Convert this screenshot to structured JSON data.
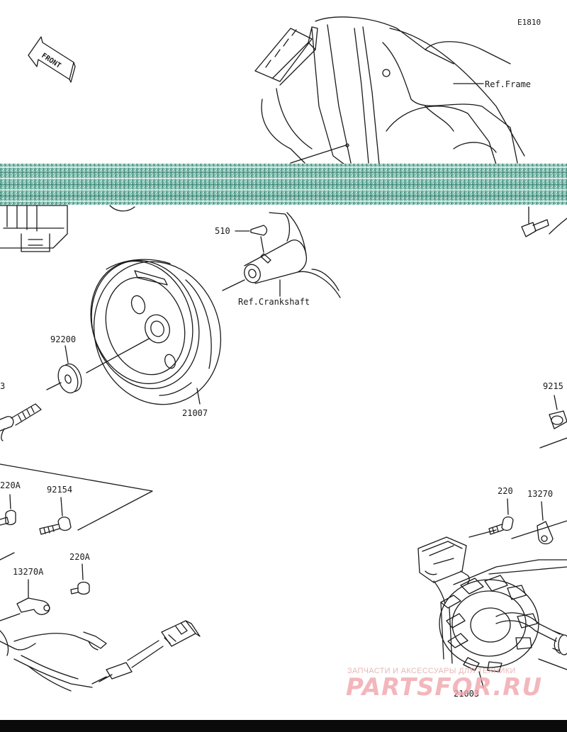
{
  "diagram_code": "E1810",
  "front_label": "FRONT",
  "references": {
    "frame": "Ref.Frame",
    "crankshaft": "Ref.Crankshaft"
  },
  "parts": {
    "p510": "510",
    "p92200": "92200",
    "p_partial_left": "3",
    "p21007": "21007",
    "p9215_partial": "9215",
    "p220a_top": "220A",
    "p92154": "92154",
    "p220a_mid": "220A",
    "p13270a": "13270A",
    "p220": "220",
    "p13270": "13270",
    "p21003": "21003"
  },
  "watermark": {
    "tagline": "ЗАПЧАСТИ И АКСЕССУАРЫ ДЛЯ ТЕХНИКИ",
    "brand": "PARTSFOR.RU"
  },
  "colors": {
    "line": "#1a1a1a",
    "noise_band": "#3f9a88",
    "watermark": "#f0a6ac"
  }
}
